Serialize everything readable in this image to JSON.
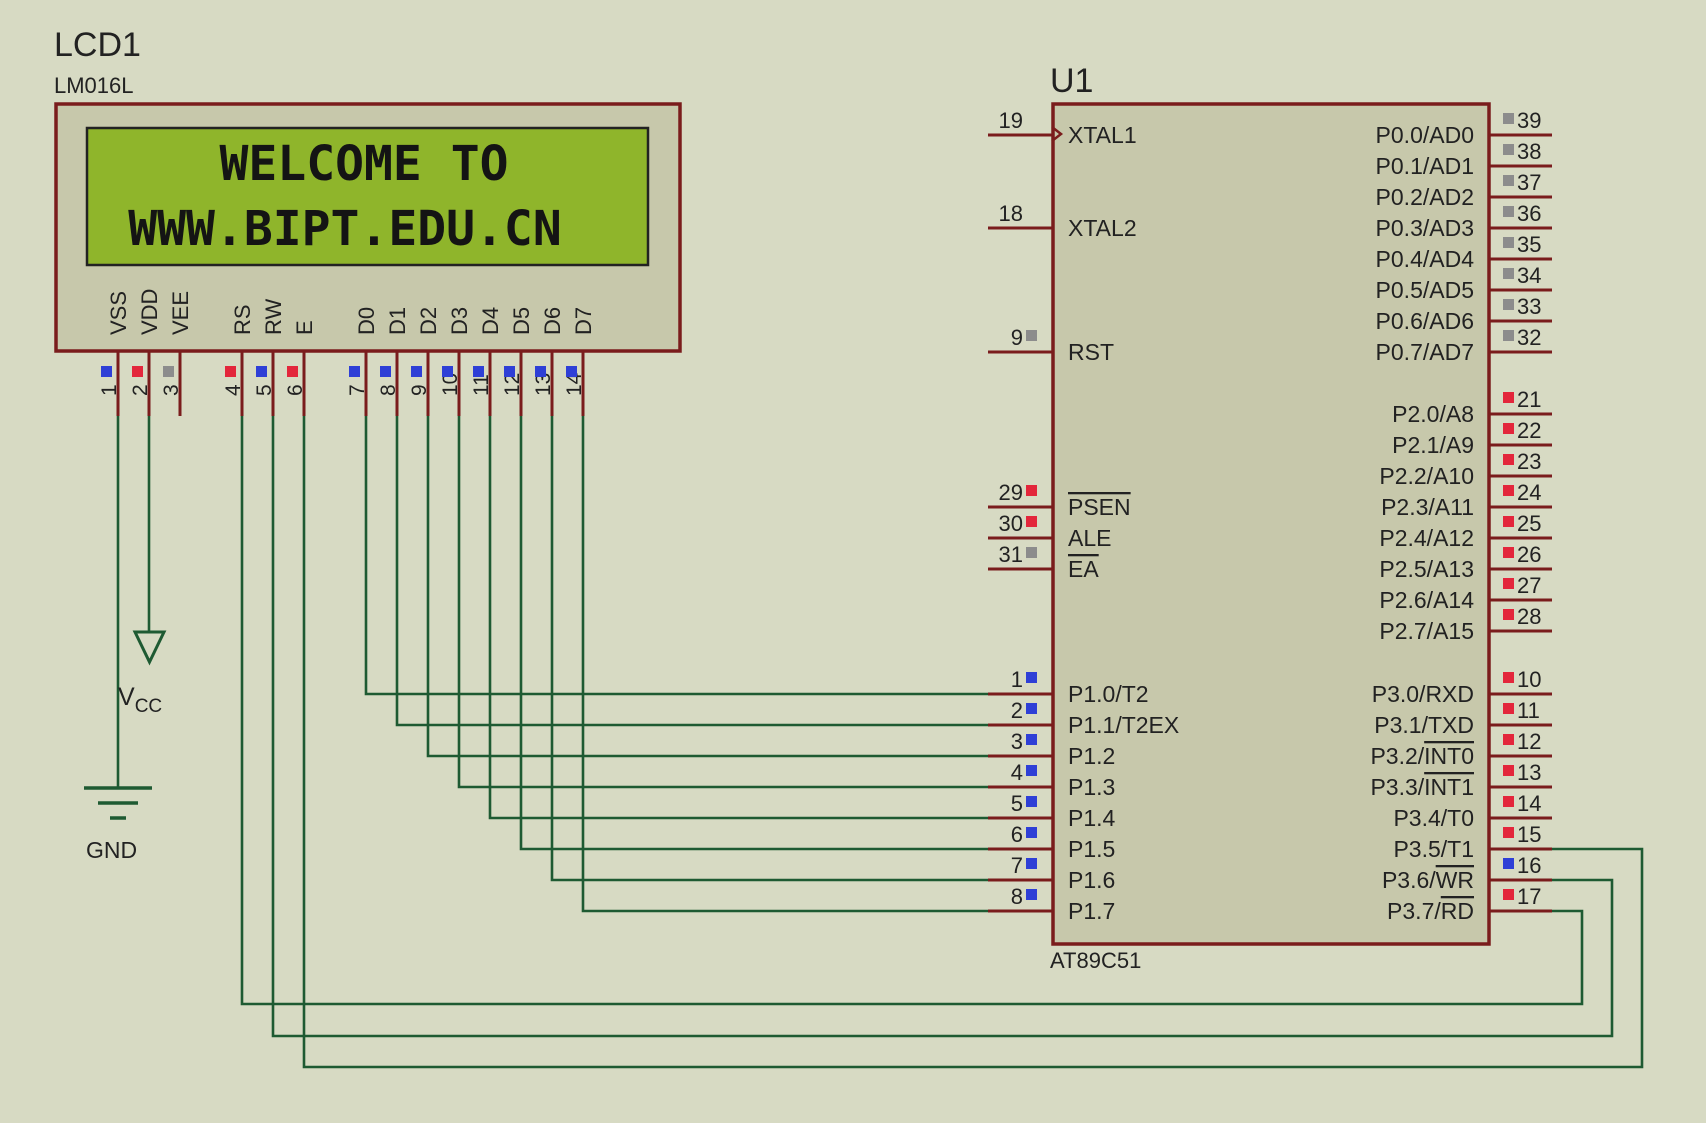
{
  "lcd": {
    "ref": "LCD1",
    "model": "LM016L",
    "line1": "WELCOME TO",
    "line2": "WWW.BIPT.EDU.CN",
    "pins": [
      {
        "name": "VSS",
        "num": "1",
        "state": "blue"
      },
      {
        "name": "VDD",
        "num": "2",
        "state": "red"
      },
      {
        "name": "VEE",
        "num": "3",
        "state": "grey"
      },
      {
        "name": "RS",
        "num": "4",
        "state": "red"
      },
      {
        "name": "RW",
        "num": "5",
        "state": "blue"
      },
      {
        "name": "E",
        "num": "6",
        "state": "red"
      },
      {
        "name": "D0",
        "num": "7",
        "state": "blue"
      },
      {
        "name": "D1",
        "num": "8",
        "state": "blue"
      },
      {
        "name": "D2",
        "num": "9",
        "state": "blue"
      },
      {
        "name": "D3",
        "num": "10",
        "state": "blue"
      },
      {
        "name": "D4",
        "num": "11",
        "state": "blue"
      },
      {
        "name": "D5",
        "num": "12",
        "state": "blue"
      },
      {
        "name": "D6",
        "num": "13",
        "state": "blue"
      },
      {
        "name": "D7",
        "num": "14",
        "state": "blue"
      }
    ]
  },
  "mcu": {
    "ref": "U1",
    "model": "AT89C51",
    "left_pins": [
      {
        "num": "19",
        "name": "XTAL1",
        "state": "none"
      },
      {
        "num": "18",
        "name": "XTAL2",
        "state": "none"
      },
      {
        "num": "9",
        "name": "RST",
        "state": "grey"
      },
      {
        "num": "29",
        "name": "PSEN",
        "state": "red",
        "overline": true
      },
      {
        "num": "30",
        "name": "ALE",
        "state": "red"
      },
      {
        "num": "31",
        "name": "EA",
        "state": "grey",
        "overline": true
      },
      {
        "num": "1",
        "name": "P1.0/T2",
        "state": "blue"
      },
      {
        "num": "2",
        "name": "P1.1/T2EX",
        "state": "blue"
      },
      {
        "num": "3",
        "name": "P1.2",
        "state": "blue"
      },
      {
        "num": "4",
        "name": "P1.3",
        "state": "blue"
      },
      {
        "num": "5",
        "name": "P1.4",
        "state": "blue"
      },
      {
        "num": "6",
        "name": "P1.5",
        "state": "blue"
      },
      {
        "num": "7",
        "name": "P1.6",
        "state": "blue"
      },
      {
        "num": "8",
        "name": "P1.7",
        "state": "blue"
      }
    ],
    "right_pins": [
      {
        "num": "39",
        "name": "P0.0/AD0",
        "state": "grey"
      },
      {
        "num": "38",
        "name": "P0.1/AD1",
        "state": "grey"
      },
      {
        "num": "37",
        "name": "P0.2/AD2",
        "state": "grey"
      },
      {
        "num": "36",
        "name": "P0.3/AD3",
        "state": "grey"
      },
      {
        "num": "35",
        "name": "P0.4/AD4",
        "state": "grey"
      },
      {
        "num": "34",
        "name": "P0.5/AD5",
        "state": "grey"
      },
      {
        "num": "33",
        "name": "P0.6/AD6",
        "state": "grey"
      },
      {
        "num": "32",
        "name": "P0.7/AD7",
        "state": "grey"
      },
      {
        "num": "21",
        "name": "P2.0/A8",
        "state": "red"
      },
      {
        "num": "22",
        "name": "P2.1/A9",
        "state": "red"
      },
      {
        "num": "23",
        "name": "P2.2/A10",
        "state": "red"
      },
      {
        "num": "24",
        "name": "P2.3/A11",
        "state": "red"
      },
      {
        "num": "25",
        "name": "P2.4/A12",
        "state": "red"
      },
      {
        "num": "26",
        "name": "P2.5/A13",
        "state": "red"
      },
      {
        "num": "27",
        "name": "P2.6/A14",
        "state": "red"
      },
      {
        "num": "28",
        "name": "P2.7/A15",
        "state": "red"
      },
      {
        "num": "10",
        "name": "P3.0/RXD",
        "state": "red"
      },
      {
        "num": "11",
        "name": "P3.1/TXD",
        "state": "red"
      },
      {
        "num": "12",
        "name": "P3.2/",
        "over": "INT0",
        "state": "red"
      },
      {
        "num": "13",
        "name": "P3.3/",
        "over": "INT1",
        "state": "red"
      },
      {
        "num": "14",
        "name": "P3.4/T0",
        "state": "red"
      },
      {
        "num": "15",
        "name": "P3.5/T1",
        "state": "red"
      },
      {
        "num": "16",
        "name": "P3.6/",
        "over": "WR",
        "state": "blue"
      },
      {
        "num": "17",
        "name": "P3.7/",
        "over": "RD",
        "state": "red"
      }
    ]
  },
  "power": {
    "vcc_main": "V",
    "vcc_sub": "CC",
    "gnd": "GND"
  },
  "colors": {
    "background": "#d7dac3",
    "component_border": "#7a1c1c",
    "component_fill": "#c7c8ab",
    "lcd_screen": "#8fb52b",
    "wire": "#1e5a32",
    "pin_blue": "#2e3fd6",
    "pin_red": "#e3263b",
    "pin_grey": "#8c8c8c"
  }
}
